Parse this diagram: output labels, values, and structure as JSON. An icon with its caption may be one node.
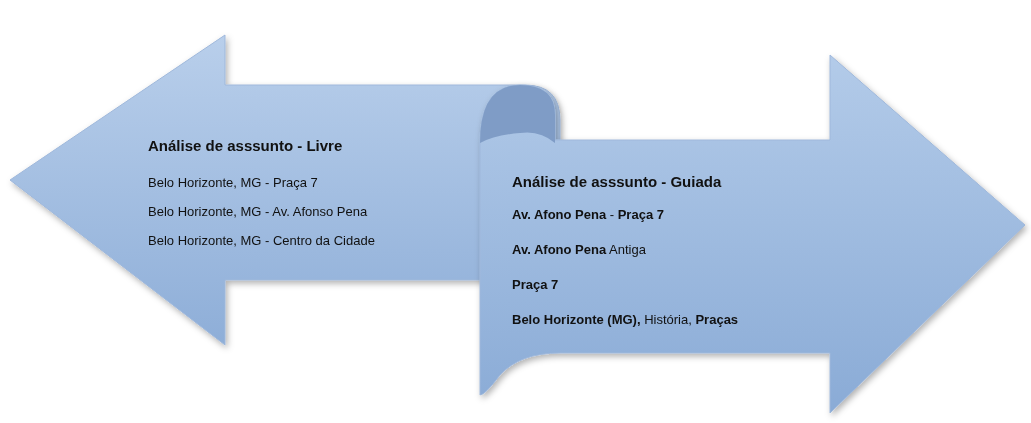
{
  "diagram": {
    "nodes": [
      {
        "text": [
          "Análise de asssunto - Livre",
          "Belo Horizonte, MG - Praça 7",
          "Belo Horizonte, MG - Av. Afonso Pena",
          "Belo Horizonte, MG - Centro da Cidade"
        ]
      },
      {
        "text": [
          "Análise de asssunto - Guiada",
          "**Av. Afono Pena** - **Praça 7**",
          "**Av. Afono Pena** Antiga",
          "**Praça 7**",
          "**Belo Horizonte (MG),** História, **Praças**"
        ]
      }
    ],
    "edges": []
  }
}
